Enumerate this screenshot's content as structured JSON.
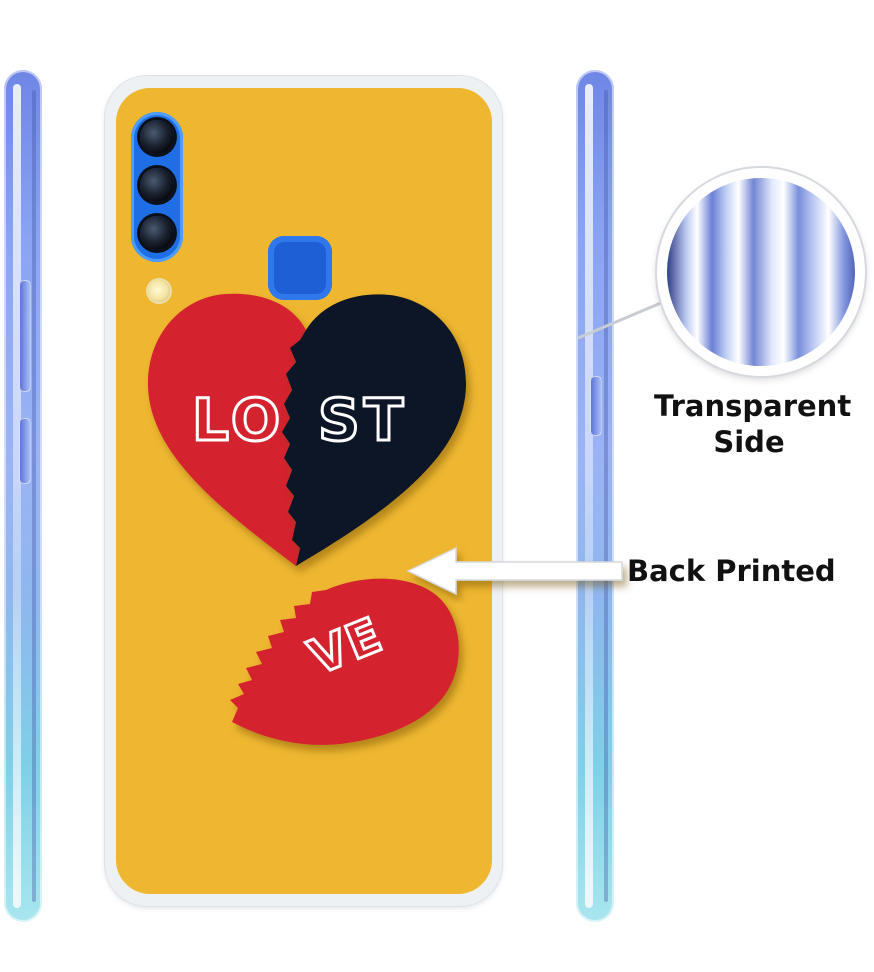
{
  "artwork": {
    "top_left_letters": "LO",
    "top_right_letters": "ST",
    "bottom_letters": "VE"
  },
  "callouts": {
    "transparent_side_line1": "Transparent",
    "transparent_side_line2": "Side",
    "back_printed": "Back Printed"
  },
  "colors": {
    "case_back": "#efb730",
    "heart_red": "#d4242f",
    "heart_dark": "#0f1226",
    "camera_blue": "#1e6fe6"
  },
  "icons": [
    "camera-lens-icon",
    "flash-icon",
    "fingerprint-sensor-icon",
    "arrow-left-icon"
  ]
}
